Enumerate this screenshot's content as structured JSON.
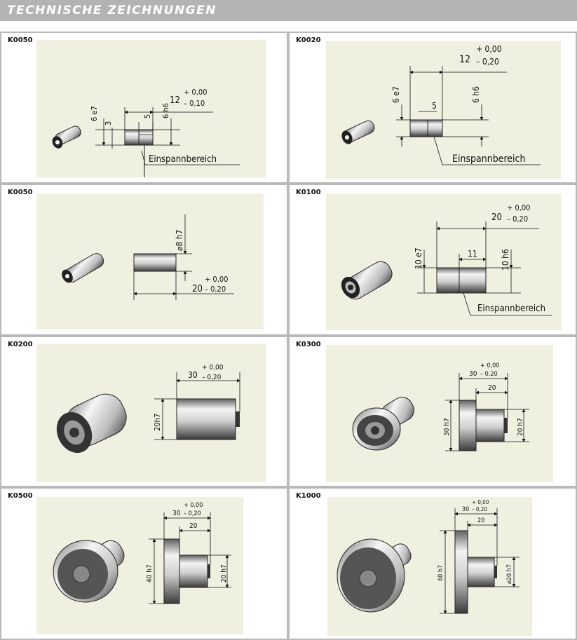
{
  "header": {
    "title": "TECHNISCHE ZEICHNUNGEN"
  },
  "cells": [
    {
      "code": "K0050",
      "dims": {
        "length": "12",
        "tol_plus": "+ 0,00",
        "tol_minus": "– 0,10",
        "dia_left": "6 e7",
        "dia_right": "6 h6",
        "small": "3",
        "clamp_len": "5",
        "clamp_label": "Einspannbereich"
      }
    },
    {
      "code": "K0020",
      "dims": {
        "length": "12",
        "tol_plus": "+ 0,00",
        "tol_minus": "– 0,20",
        "dia_left": "6 e7",
        "dia_right": "6 h6",
        "clamp_len": "5",
        "clamp_label": "Einspannbereich"
      }
    },
    {
      "code": "K0050",
      "dims": {
        "dia": "⌀8 h7",
        "length": "20",
        "tol_plus": "+ 0,00",
        "tol_minus": "– 0,20"
      }
    },
    {
      "code": "K0100",
      "dims": {
        "length": "20",
        "tol_plus": "+ 0,00",
        "tol_minus": "– 0,20",
        "dia_left": "10 e7",
        "dia_right": "10 h6",
        "clamp_len": "11",
        "clamp_label": "Einspannbereich"
      }
    },
    {
      "code": "K0200",
      "dims": {
        "length": "30",
        "tol_plus": "+ 0,00",
        "tol_minus": "– 0,20",
        "dia": "20h7"
      }
    },
    {
      "code": "K0300",
      "dims": {
        "length": "30",
        "tol_plus": "+ 0,00",
        "tol_minus": "– 0,20",
        "shaft": "20",
        "dia_flange": "30 h7",
        "dia_shaft": "20 h7"
      }
    },
    {
      "code": "K0500",
      "dims": {
        "length": "30",
        "tol_plus": "+ 0,00",
        "tol_minus": "– 0,20",
        "shaft": "20",
        "dia_flange": "40 h7",
        "dia_shaft": "20 h7"
      }
    },
    {
      "code": "K1000",
      "dims": {
        "length": "30",
        "tol_plus": "+ 0,00",
        "tol_minus": "– 0,20",
        "shaft": "20",
        "dia_flange": "60 h7",
        "dia_shaft": "⌀20 h7"
      }
    }
  ]
}
